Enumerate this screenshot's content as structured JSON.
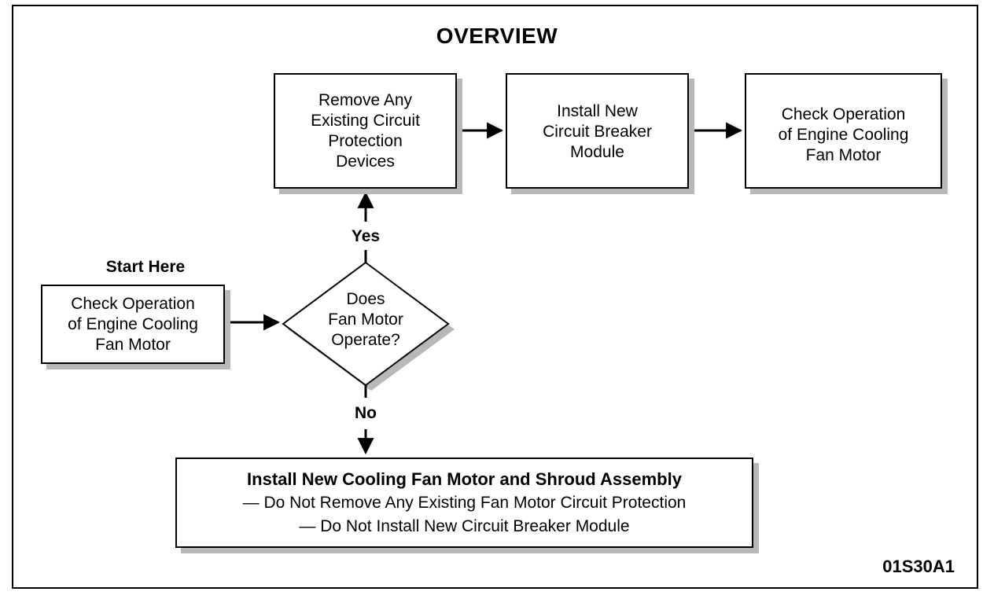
{
  "title": "OVERVIEW",
  "start_label": "Start Here",
  "nodes": {
    "start": "Check Operation\nof Engine Cooling\nFan Motor",
    "decision": "Does\nFan Motor\nOperate?",
    "remove": "Remove Any\nExisting Circuit\nProtection\nDevices",
    "install_module": "Install New\nCircuit Breaker\nModule",
    "check_final": "Check Operation\nof Engine Cooling\nFan Motor"
  },
  "branches": {
    "yes": "Yes",
    "no": "No"
  },
  "bottom": {
    "title": "Install New Cooling Fan Motor and Shroud Assembly",
    "line1": "—  Do Not Remove Any Existing Fan Motor Circuit Protection",
    "line2": "—  Do Not Install New Circuit Breaker Module"
  },
  "figure_id": "01S30A1"
}
